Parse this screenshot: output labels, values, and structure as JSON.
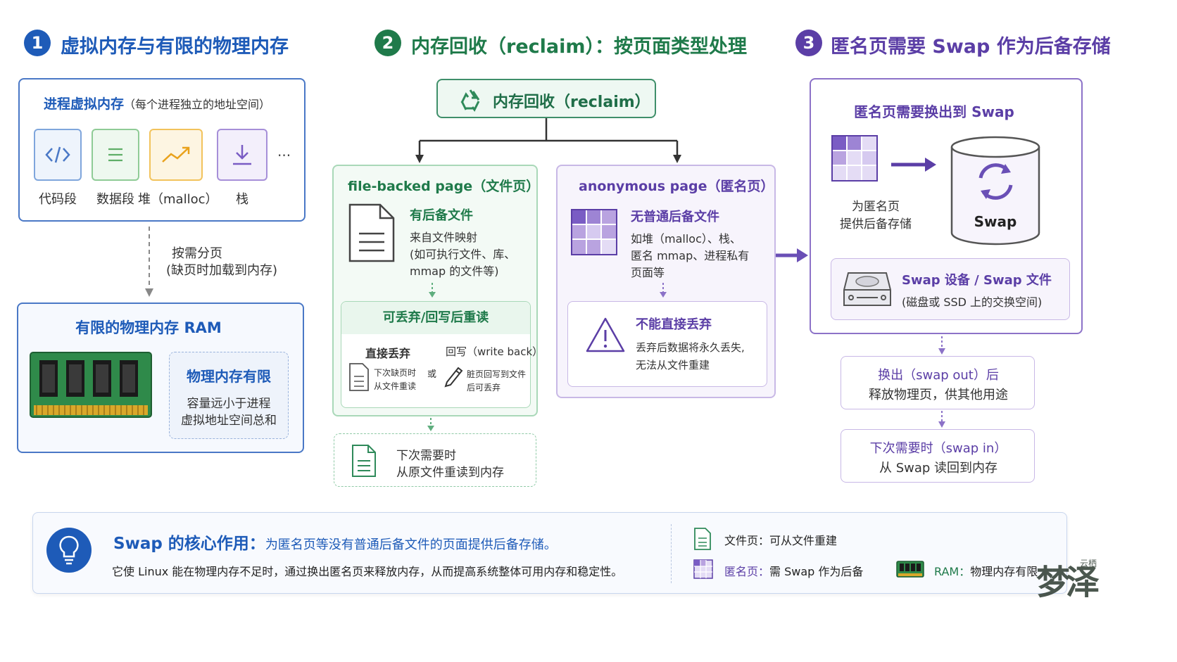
{
  "sections": {
    "s1": {
      "num": "1",
      "title": "虚拟内存与有限的物理内存"
    },
    "s2": {
      "num": "2",
      "title": "内存回收（reclaim）：按页面类型处理"
    },
    "s3": {
      "num": "3",
      "title": "匿名页需要 Swap 作为后备存储"
    }
  },
  "virtual_memory": {
    "title": "进程虚拟内存",
    "subtitle": "（每个进程独立的地址空间）",
    "segments": [
      "代码段",
      "数据段",
      "堆（malloc）",
      "栈"
    ],
    "more": "···"
  },
  "paging": {
    "line1": "按需分页",
    "line2": "(缺页时加载到内存)"
  },
  "physical": {
    "title": "有限的物理内存 RAM",
    "limit_title": "物理内存有限",
    "limit_line1": "容量远小于进程",
    "limit_line2": "虚拟地址空间总和"
  },
  "reclaim": {
    "label": "内存回收（reclaim）"
  },
  "file_backed": {
    "title": "file-backed page（文件页）",
    "has_backing": "有后备文件",
    "desc1": "来自文件映射",
    "desc2": "(如可执行文件、库、",
    "desc3": "mmap 的文件等)",
    "discard_title": "可丢弃/回写后重读",
    "direct_title": "直接丢弃",
    "direct_desc1": "下次缺页时",
    "direct_desc2": "从文件重读",
    "or": "或",
    "writeback_title": "回写（write back）",
    "writeback_desc1": "脏页回写到文件",
    "writeback_desc2": "后可丢弃",
    "reread1": "下次需要时",
    "reread2": "从原文件重读到内存"
  },
  "anonymous": {
    "title": "anonymous page（匿名页）",
    "no_backing": "无普通后备文件",
    "desc1": "如堆（malloc）、栈、",
    "desc2": "匿名 mmap、进程私有",
    "desc3": "页面等",
    "cannot_title": "不能直接丢弃",
    "cannot_desc1": "丢弃后数据将永久丢失,",
    "cannot_desc2": "无法从文件重建"
  },
  "swap_panel": {
    "title": "匿名页需要换出到 Swap",
    "provide1": "为匿名页",
    "provide2": "提供后备存储",
    "swap_label": "Swap",
    "device_title": "Swap 设备 / Swap 文件",
    "device_desc": "(磁盘或 SSD 上的交换空间)"
  },
  "swap_out": {
    "line1": "换出（swap out）后",
    "line2": "释放物理页，供其他用途"
  },
  "swap_in": {
    "line1": "下次需要时（swap in）",
    "line2": "从 Swap 读回到内存"
  },
  "bottom": {
    "bold": "Swap 的核心作用：",
    "rest": "为匿名页等没有普通后备文件的页面提供后备存储。",
    "line2": "它使 Linux 能在物理内存不足时，通过换出匿名页来释放内存，从而提高系统整体可用内存和稳定性。",
    "legend_file": "文件页：可从文件重建",
    "legend_anon_key": "匿名页：",
    "legend_anon_val": "需 Swap 作为后备",
    "legend_ram_key": "RAM：",
    "legend_ram_val": "物理内存有限"
  },
  "watermark": {
    "text": "梦泽",
    "small": "云栖"
  },
  "colors": {
    "blue": "#1e5bb8",
    "green": "#1f7a4a",
    "purple": "#5b3ea6",
    "orange": "#f2b134"
  }
}
